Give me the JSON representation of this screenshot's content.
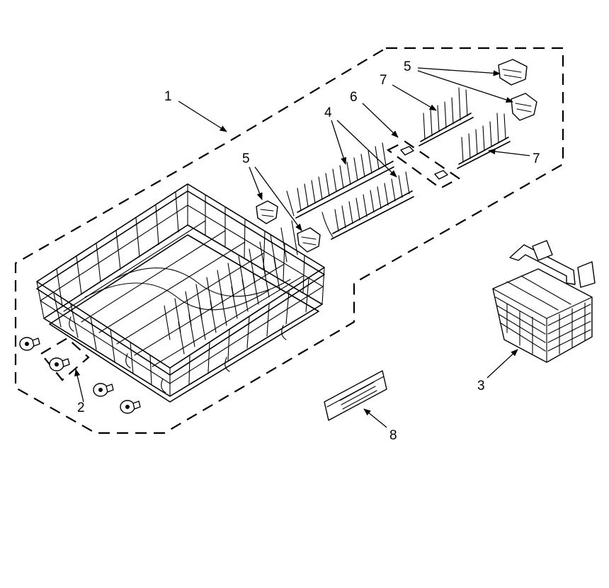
{
  "callouts": {
    "c1": "1",
    "c2": "2",
    "c3": "3",
    "c4": "4",
    "c5_left": "5",
    "c5_right": "5",
    "c6": "6",
    "c7_top": "7",
    "c7_right": "7",
    "c8": "8"
  }
}
